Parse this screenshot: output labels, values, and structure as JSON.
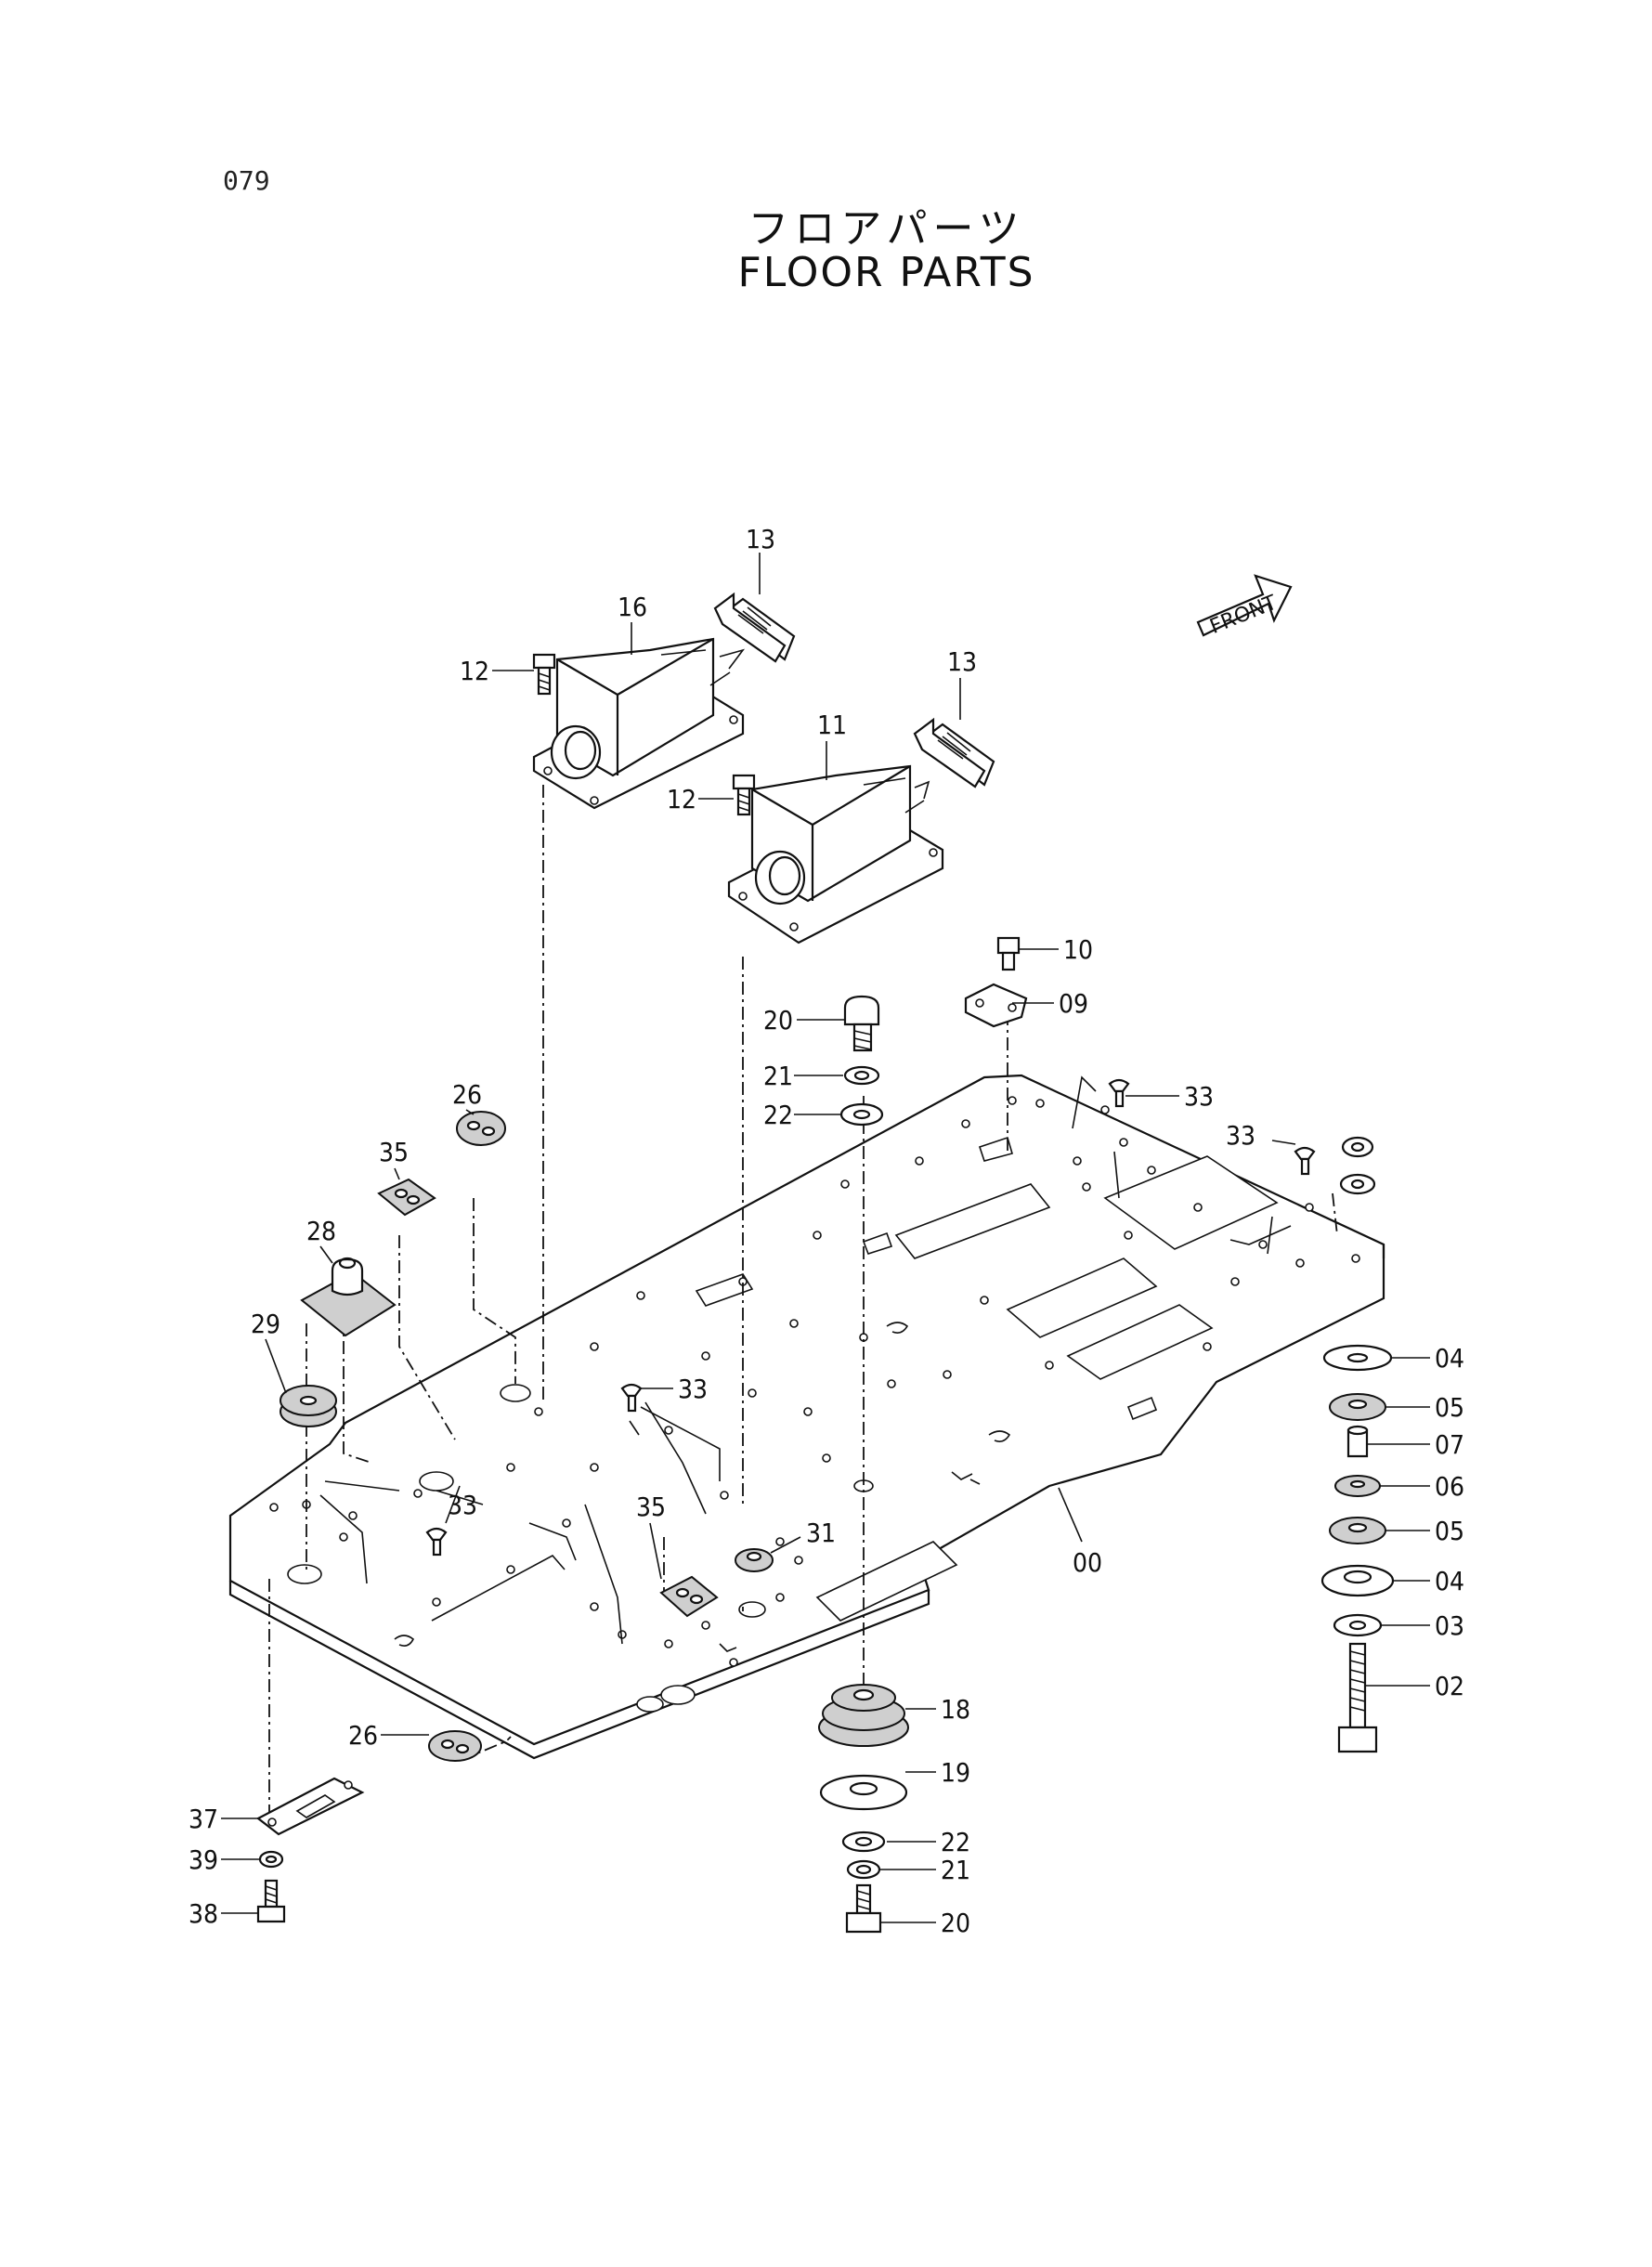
{
  "page": {
    "number": "079",
    "title_jp": "フロアパーツ",
    "title_en": "FLOOR PARTS"
  },
  "direction_label": "FRONT",
  "callouts": {
    "c00": "00",
    "c02": "02",
    "c03": "03",
    "c04a": "04",
    "c04b": "04",
    "c05a": "05",
    "c05b": "05",
    "c06": "06",
    "c07": "07",
    "c09": "09",
    "c10": "10",
    "c11": "11",
    "c12a": "12",
    "c12b": "12",
    "c13a": "13",
    "c13b": "13",
    "c16": "16",
    "c18": "18",
    "c19": "19",
    "c20a": "20",
    "c20b": "20",
    "c21a": "21",
    "c21b": "21",
    "c22a": "22",
    "c22b": "22",
    "c26a": "26",
    "c26b": "26",
    "c28": "28",
    "c29": "29",
    "c31": "31",
    "c33a": "33",
    "c33b": "33",
    "c33c": "33",
    "c33d": "33",
    "c35a": "35",
    "c35b": "35",
    "c37": "37",
    "c38": "38",
    "c39": "39"
  }
}
